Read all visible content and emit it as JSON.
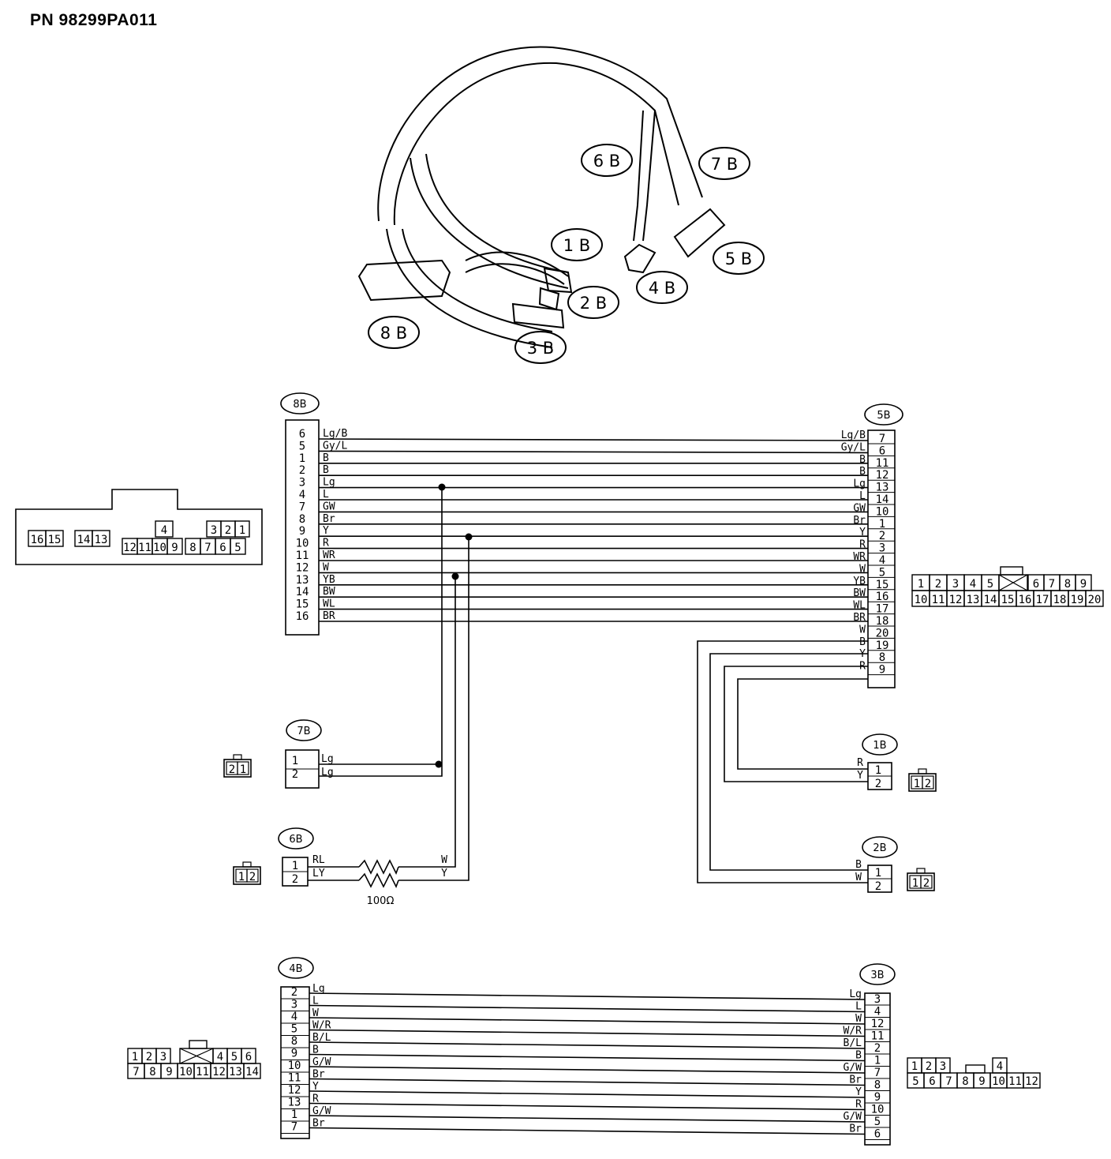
{
  "title": "PN 98299PA011",
  "illustration": {
    "labels": [
      "6 B",
      "7 B",
      "1 B",
      "5 B",
      "4 B",
      "2 B",
      "8 B",
      "3 B"
    ]
  },
  "connectors": {
    "c8B": {
      "label": "8B",
      "pins": [
        "6",
        "5",
        "1",
        "2",
        "3",
        "4",
        "7",
        "8",
        "9",
        "10",
        "11",
        "12",
        "13",
        "14",
        "15",
        "16"
      ]
    },
    "c5B": {
      "label": "5B",
      "pins": [
        "7",
        "6",
        "11",
        "12",
        "13",
        "14",
        "10",
        "1",
        "2",
        "3",
        "4",
        "5",
        "15",
        "16",
        "17",
        "18",
        "20",
        "19",
        "8",
        "9"
      ]
    },
    "c7B": {
      "label": "7B",
      "pins": [
        "1",
        "2"
      ]
    },
    "c6B": {
      "label": "6B",
      "pins": [
        "1",
        "2"
      ]
    },
    "c1B": {
      "label": "1B",
      "pins": [
        "1",
        "2"
      ]
    },
    "c2B": {
      "label": "2B",
      "pins": [
        "1",
        "2"
      ]
    },
    "c4B": {
      "label": "4B",
      "pins": [
        "2",
        "3",
        "4",
        "5",
        "8",
        "9",
        "10",
        "11",
        "12",
        "13",
        "1",
        "7"
      ]
    },
    "c3B": {
      "label": "3B",
      "pins": [
        "3",
        "4",
        "12",
        "11",
        "2",
        "1",
        "7",
        "8",
        "9",
        "10",
        "5",
        "6"
      ]
    }
  },
  "wires": {
    "main": [
      "Lg/B",
      "Gy/L",
      "B",
      "B",
      "Lg",
      "L",
      "GW",
      "Br",
      "Y",
      "R",
      "WR",
      "W",
      "YB",
      "BW",
      "WL",
      "BR"
    ],
    "extra5B": [
      "W",
      "B",
      "Y",
      "R"
    ],
    "c7B": [
      "Lg",
      "Lg"
    ],
    "c6B_left": [
      "RL",
      "LY"
    ],
    "c6B_right": [
      "W",
      "Y"
    ],
    "c1B": [
      "R",
      "Y"
    ],
    "c2B": [
      "B",
      "W"
    ],
    "bottom": [
      "Lg",
      "L",
      "W",
      "W/R",
      "B/L",
      "B",
      "G/W",
      "Br",
      "Y",
      "R",
      "G/W",
      "Br"
    ]
  },
  "resistor_label": "100Ω",
  "faces": {
    "f8B": {
      "top": [
        "4",
        "3",
        "2",
        "1"
      ],
      "bottom": [
        "16",
        "15",
        "14",
        "13",
        "12",
        "11",
        "10",
        "9",
        "8",
        "7",
        "6",
        "5"
      ]
    },
    "f5B": {
      "top": [
        "1",
        "2",
        "3",
        "4",
        "5",
        "6",
        "7",
        "8",
        "9"
      ],
      "bottom": [
        "10",
        "11",
        "12",
        "13",
        "14",
        "15",
        "16",
        "17",
        "18",
        "19",
        "20"
      ]
    },
    "f7B": [
      "2",
      "1"
    ],
    "f6B": [
      "1",
      "2"
    ],
    "f1B": [
      "1",
      "2"
    ],
    "f2B": [
      "1",
      "2"
    ],
    "f4B": {
      "top": [
        "1",
        "2",
        "3",
        "4",
        "5",
        "6"
      ],
      "bottom": [
        "7",
        "8",
        "9",
        "10",
        "11",
        "12",
        "13",
        "14"
      ]
    },
    "f3B": {
      "top": [
        "1",
        "2",
        "3",
        "4"
      ],
      "bottom": [
        "5",
        "6",
        "7",
        "8",
        "9",
        "10",
        "11",
        "12"
      ]
    }
  }
}
